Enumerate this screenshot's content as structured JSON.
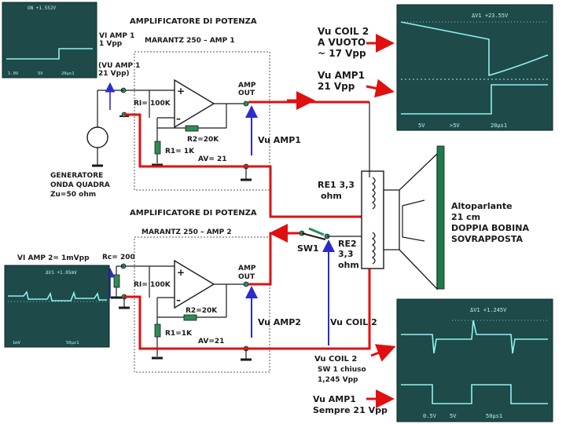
{
  "colors": {
    "signal": "#e01010",
    "arrow_blue": "#2c2ccc",
    "wire": "#1a1a1a",
    "scope_bg": "#1e4a4a",
    "scope_trace": "#8ff2ee",
    "speaker_green": "#1f7a4a"
  },
  "amp1": {
    "header": "AMPLIFICATORE DI POTENZA",
    "model": "MARANTZ 250 – AMP 1",
    "ri": "RI= 100K",
    "r2": "R2=20K",
    "r1": "R1= 1K",
    "av": "AV= 21",
    "out_line1": "AMP",
    "out_line2": "OUT",
    "vu_label": "Vu AMP1",
    "plus": "+",
    "minus": "–"
  },
  "amp2": {
    "header": "AMPLIFICATORE DI POTENZA",
    "model": "MARANTZ 250 – AMP 2",
    "ri": "RI= 100K",
    "r2": "R2=20K",
    "r1": "R1=1K",
    "av": "AV=21",
    "out_line1": "AMP",
    "out_line2": "OUT",
    "vu_label": "Vu AMP2",
    "plus": "+",
    "minus": "–"
  },
  "generator": {
    "line1": "GENERATORE",
    "line2": "ONDA QUADRA",
    "line3": "Zu=50 ohm"
  },
  "input_labels": {
    "vi_amp1_l1": "VI AMP 1",
    "vi_amp1_l2": "1 Vpp",
    "vu_amp1_in_l1": "(VU AMP 1",
    "vu_amp1_in_l2": "21 Vpp)",
    "vi_amp2": "VI AMP 2= 1mVpp",
    "rc": "Rc= 200"
  },
  "coil_labels": {
    "coil2_open_l1": "Vu COIL 2",
    "coil2_open_l2": "A VUOTO",
    "coil2_open_l3": "~ 17 Vpp",
    "vu_amp1_l1": "Vu AMP1",
    "vu_amp1_l2": "21 Vpp",
    "re1_l1": "RE1 3,3",
    "re1_l2": "ohm",
    "re2_l1": "RE2",
    "re2_l2": "3,3",
    "re2_l3": "ohm",
    "sw1": "SW1",
    "vu_coil2_mid": "Vu COIL 2",
    "coil2_closed_l1": "Vu COIL 2",
    "coil2_closed_l2": "SW 1 chiuso",
    "coil2_closed_l3": "1,245 Vpp",
    "always_l1": "Vu AMP1",
    "always_l2": "Sempre 21 Vpp"
  },
  "speaker": {
    "line1": "Altoparlante",
    "line2": "21 cm",
    "line3": "DOPPIA BOBINA",
    "line4": "SOVRAPPOSTA"
  },
  "scopes": {
    "s1": {
      "top": "ON +1.552V",
      "b1": "1.0V",
      "b2": "5V",
      "b3": "20µs1"
    },
    "s2": {
      "top": "ΔV1 +23.55V",
      "b1": "5V",
      "b2": ">5V",
      "b3": "20µs1"
    },
    "s3": {
      "top": "ΔV1 +1.05mV",
      "b1": "1mV",
      "b2": "50µs1"
    },
    "s4": {
      "top": "ΔV1 +1.245V",
      "b1": "0.5V",
      "b2": "5V",
      "b3": "50µs1"
    }
  }
}
